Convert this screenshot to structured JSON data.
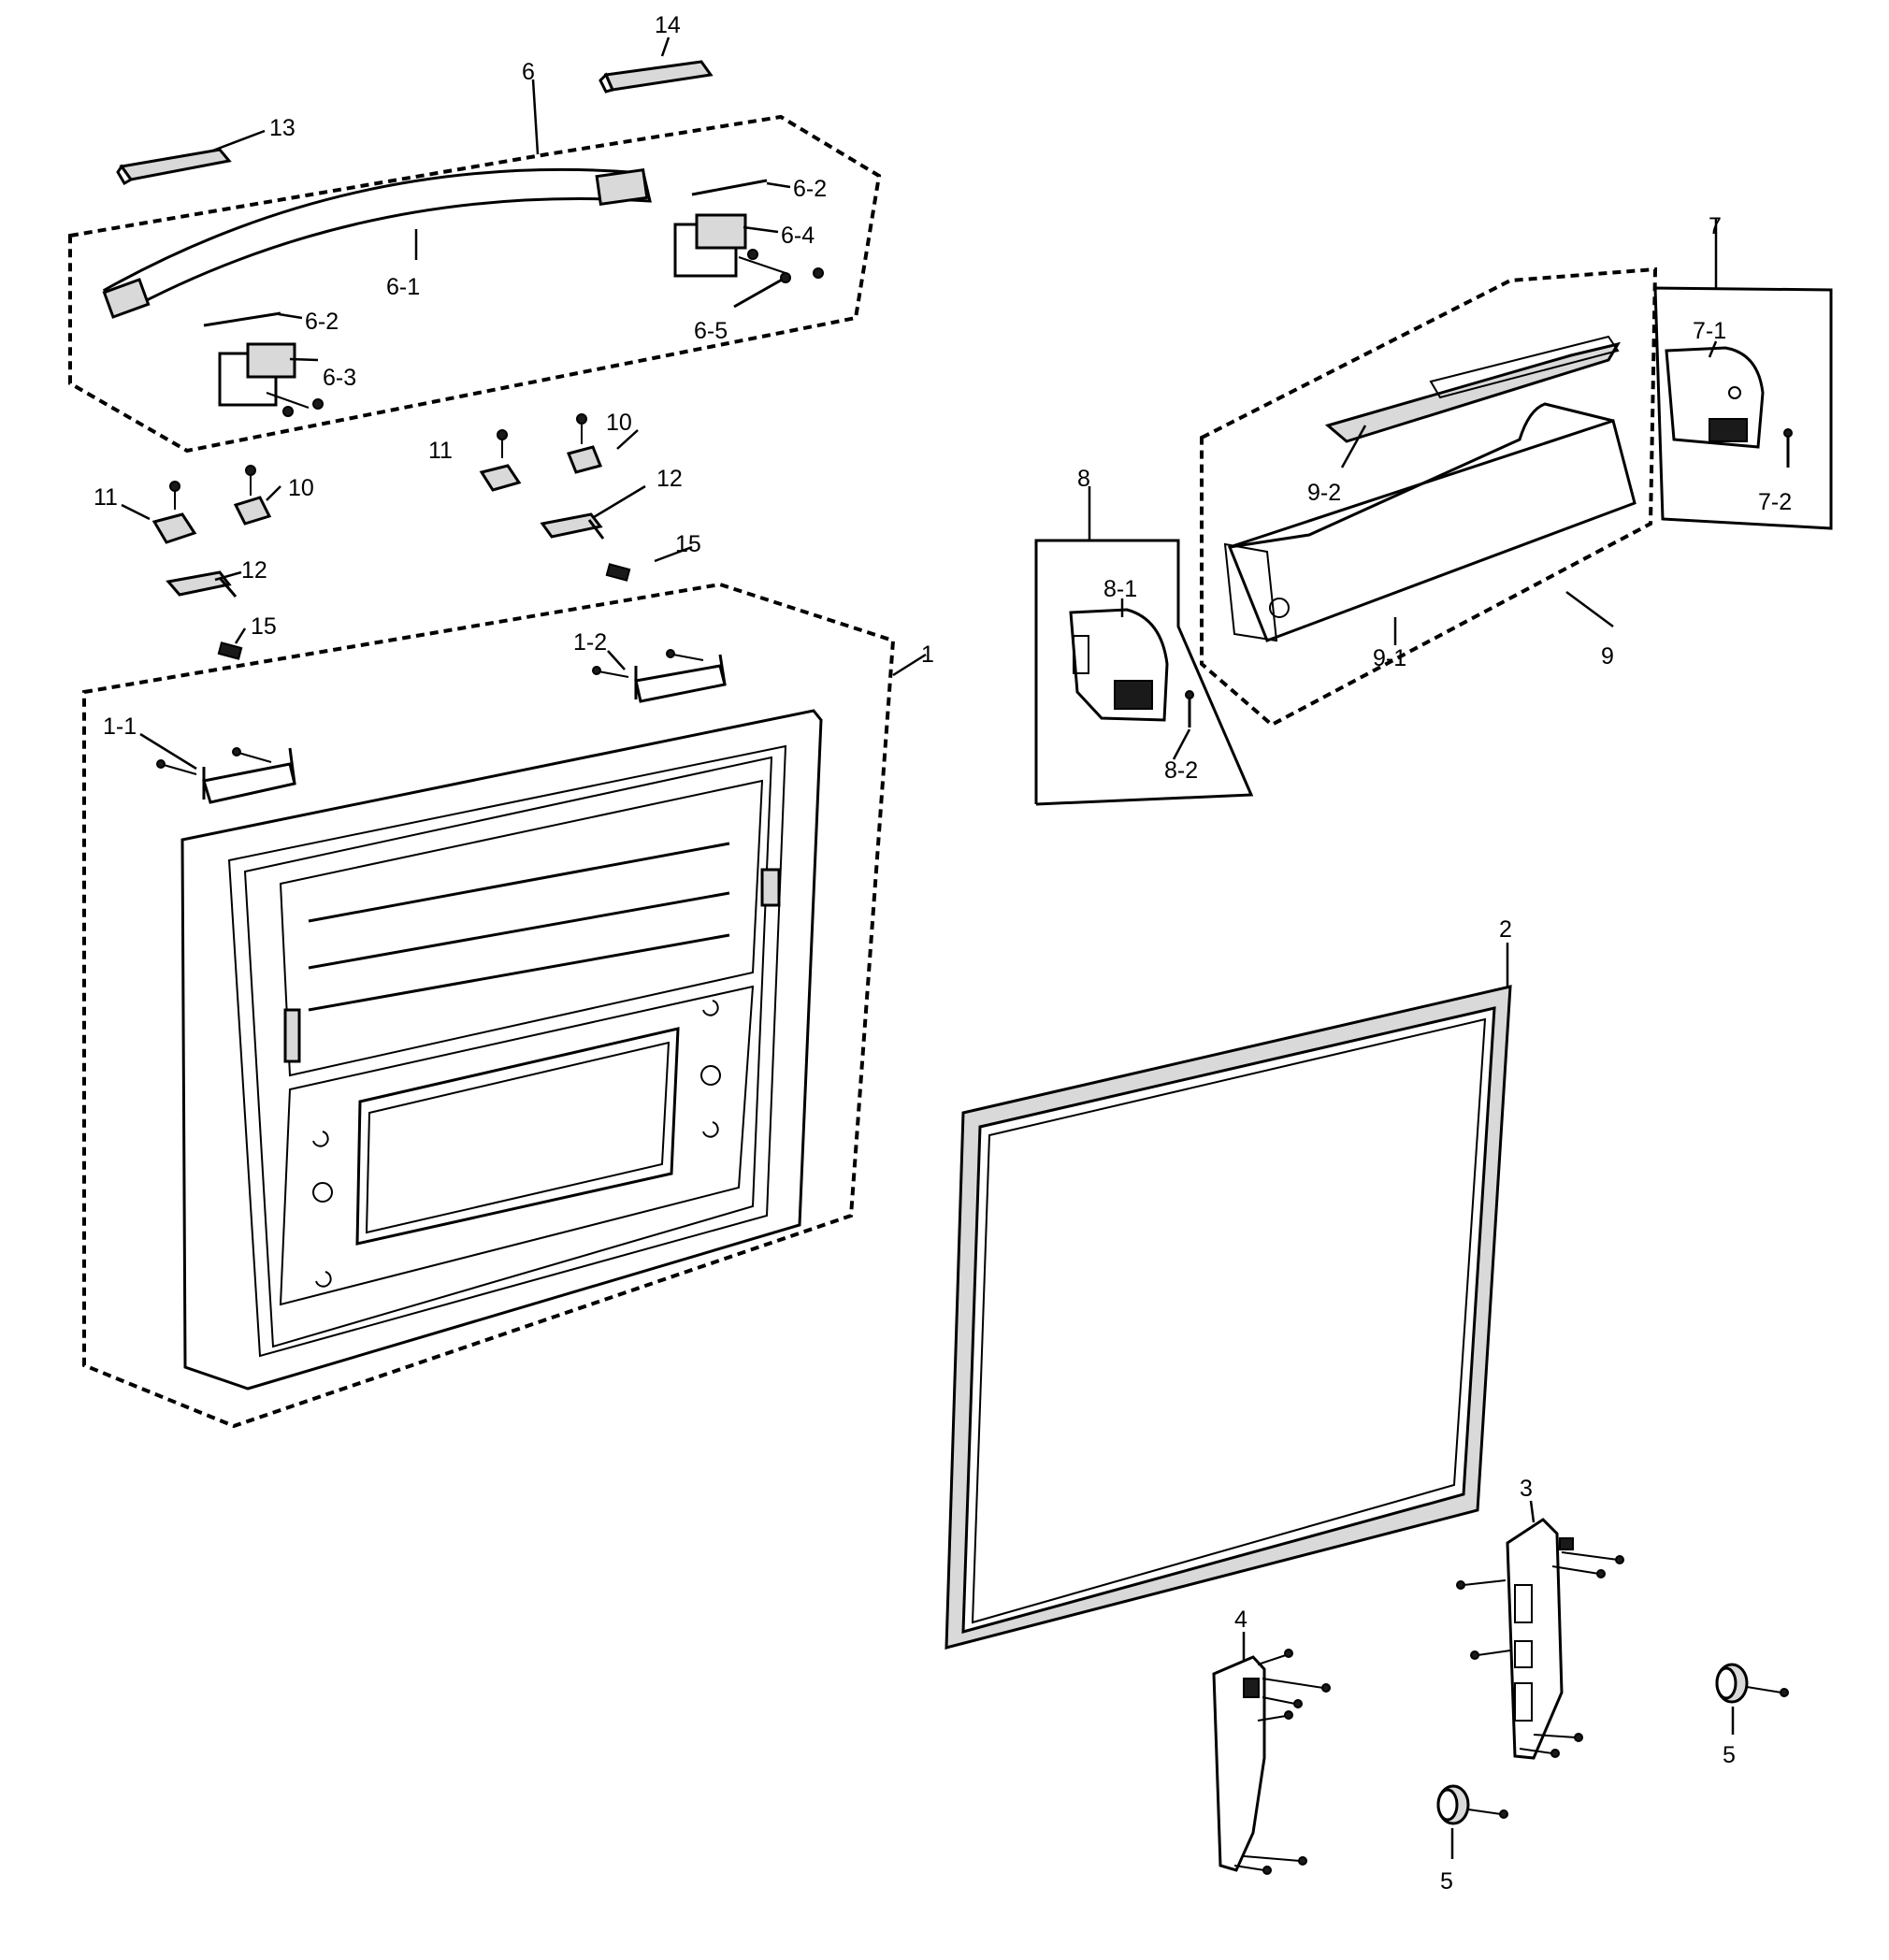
{
  "labels": {
    "l14": "14",
    "l6": "6",
    "l13": "13",
    "l6_2a": "6-2",
    "l6_4": "6-4",
    "l6_1": "6-1",
    "l6_2b": "6-2",
    "l6_5": "6-5",
    "l6_3": "6-3",
    "l10a": "10",
    "l11a": "11",
    "l12a": "12",
    "l15a": "15",
    "l11b": "11",
    "l10b": "10",
    "l12b": "12",
    "l15b": "15",
    "l1_2": "1-2",
    "l1": "1",
    "l1_1": "1-1",
    "l7": "7",
    "l7_1": "7-1",
    "l7_2": "7-2",
    "l9_2": "9-2",
    "l8": "8",
    "l8_1": "8-1",
    "l8_2": "8-2",
    "l9_1": "9-1",
    "l9": "9",
    "l2": "2",
    "l3": "3",
    "l4": "4",
    "l5a": "5",
    "l5b": "5"
  }
}
